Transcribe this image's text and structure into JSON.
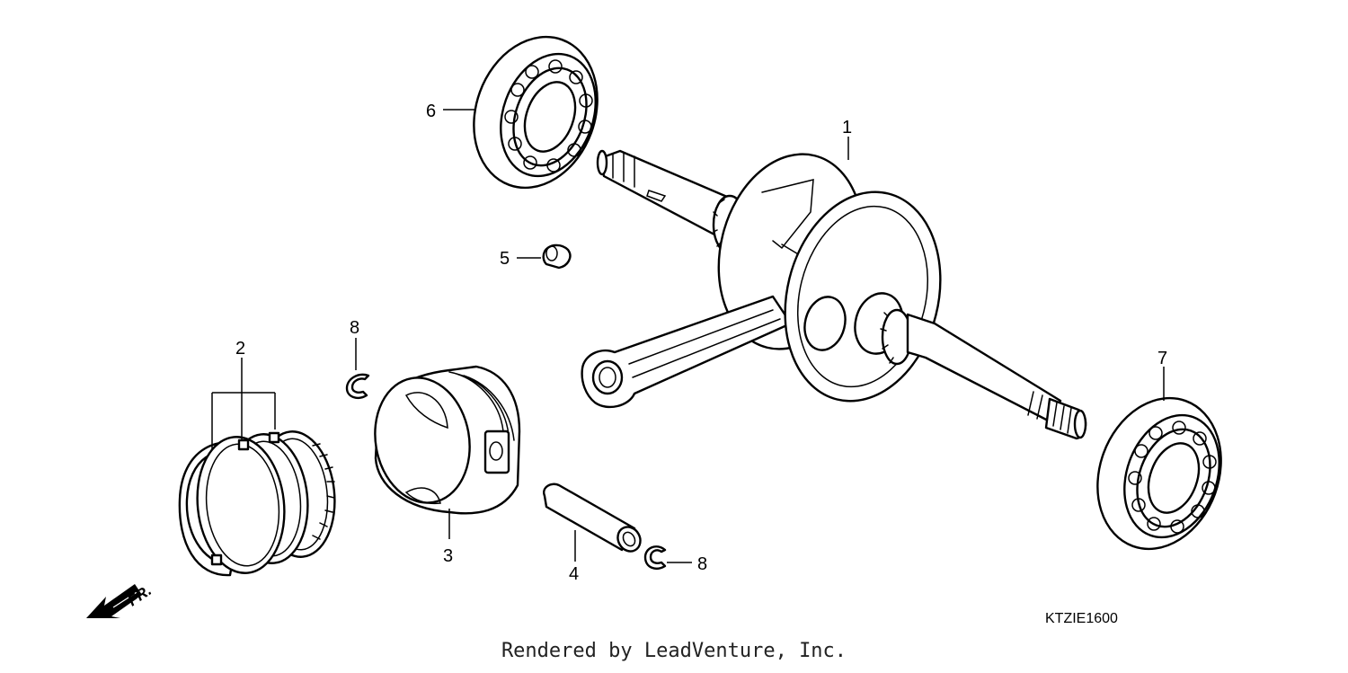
{
  "callouts": [
    {
      "id": "crankshaft",
      "number": "1"
    },
    {
      "id": "piston-ring-set",
      "number": "2"
    },
    {
      "id": "piston",
      "number": "3"
    },
    {
      "id": "piston-pin",
      "number": "4"
    },
    {
      "id": "woodruff-key",
      "number": "5"
    },
    {
      "id": "bearing-left",
      "number": "6"
    },
    {
      "id": "bearing-right",
      "number": "7"
    },
    {
      "id": "pin-clip-upper",
      "number": "8"
    },
    {
      "id": "pin-clip-lower",
      "number": "8"
    }
  ],
  "direction_indicator": {
    "label": "FR.",
    "icon": "arrow-down-left-icon"
  },
  "diagram_code": "KTZIE1600",
  "footer": {
    "text": "Rendered by LeadVenture, Inc."
  }
}
